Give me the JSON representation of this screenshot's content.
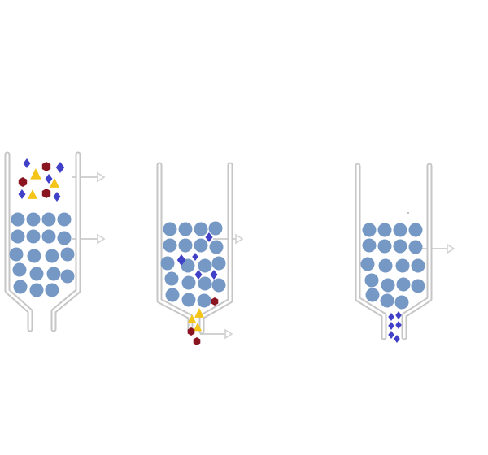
{
  "colors": {
    "background": "#ffffff",
    "column_wall": "#c6c6c6",
    "arrow": "#d2d2d2",
    "bead": "#7698c4",
    "diamond": "#4040c8",
    "triangle": "#f4c418",
    "hexagon": "#8a1520"
  },
  "icons": {
    "bead": "circle",
    "diamond": "diamond",
    "triangle": "triangle",
    "hexagon": "hexagon"
  },
  "stages": [
    {
      "name": "stage-1-sample-loaded",
      "arrows": 2
    },
    {
      "name": "stage-2-separation",
      "arrows": 2
    },
    {
      "name": "stage-3-elution",
      "arrows": 1
    }
  ]
}
